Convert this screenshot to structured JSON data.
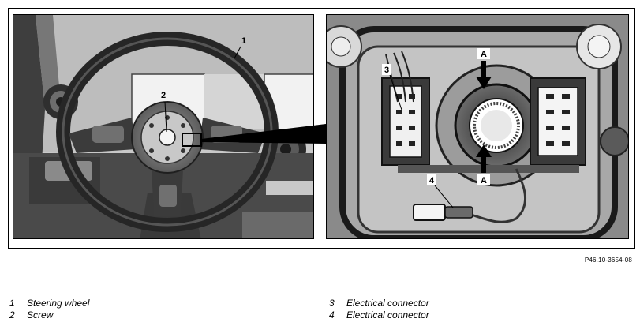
{
  "figure": {
    "callouts": {
      "steering_wheel": "1",
      "screw": "2",
      "connector_upper": "3",
      "connector_lower": "4",
      "arrow_top": "A",
      "arrow_bottom": "A"
    },
    "code": "P46.10-3654-08"
  },
  "legend": {
    "left": [
      {
        "num": "1",
        "label": "Steering wheel"
      },
      {
        "num": "2",
        "label": "Screw"
      }
    ],
    "right": [
      {
        "num": "3",
        "label": "Electrical connector"
      },
      {
        "num": "4",
        "label": "Electrical connector"
      }
    ]
  }
}
